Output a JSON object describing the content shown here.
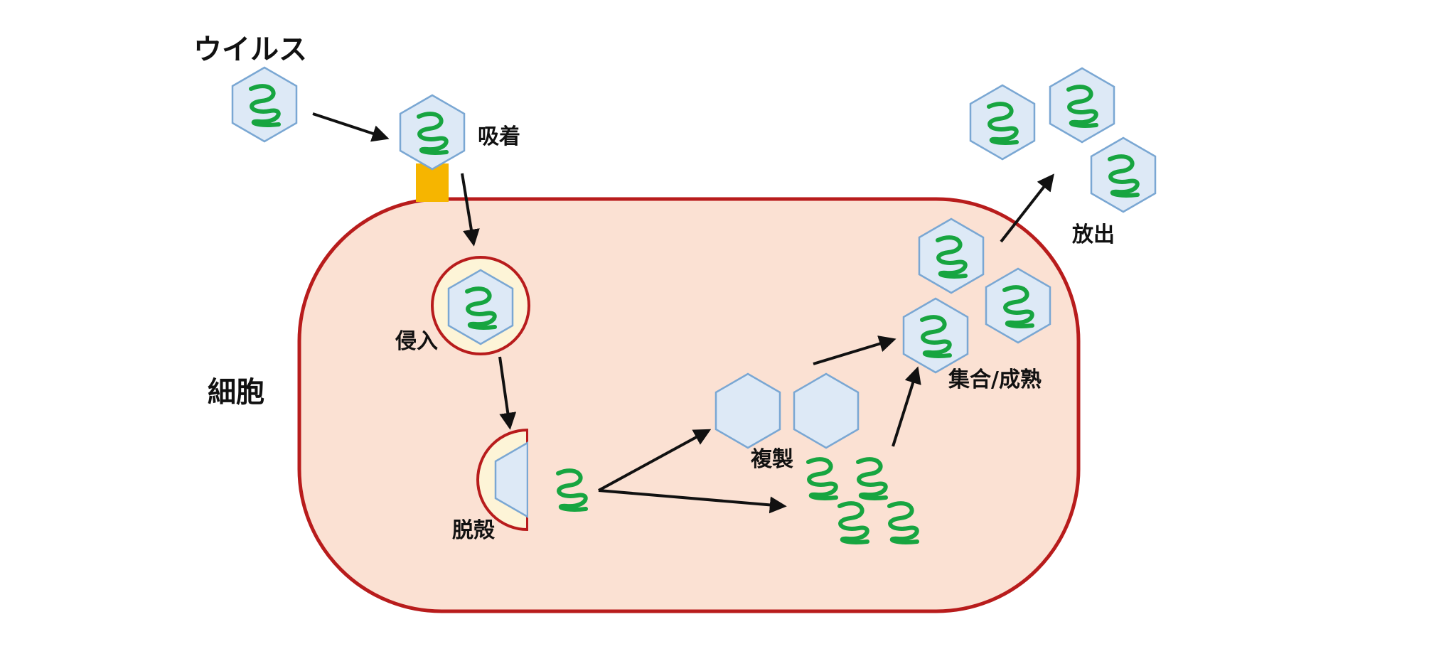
{
  "labels": {
    "virus": "ウイルス",
    "cell": "細胞",
    "attachment": "吸着",
    "entry": "侵入",
    "uncoating": "脱殻",
    "replication": "複製",
    "assembly": "集合/成熟",
    "release": "放出"
  },
  "colors": {
    "cell_fill": "#fbe1d3",
    "cell_border": "#b81c1c",
    "capsid_fill": "#dde9f6",
    "capsid_border": "#7aa7d3",
    "genome": "#17a540",
    "receptor": "#f6b500",
    "vesicle_fill": "#fdf4d7",
    "arrow": "#111111"
  },
  "icons": {
    "capsid": "hexagon-capsid-icon",
    "genome": "coiled-rna-icon",
    "arrow": "arrow-icon"
  }
}
